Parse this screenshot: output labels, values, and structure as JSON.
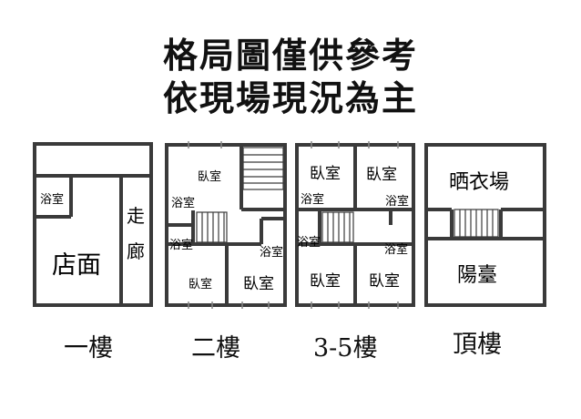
{
  "heading": {
    "line1": "格局圖僅供參考",
    "line2": "依現場現況為主"
  },
  "floors": [
    {
      "label": "一樓",
      "rooms": {
        "bath": "浴室",
        "shop": "店面",
        "corridor_top": "走",
        "corridor_bottom": "廊"
      }
    },
    {
      "label": "二樓",
      "rooms": {
        "bed1": "臥室",
        "bath1": "浴室",
        "bath2": "浴室",
        "bath3": "浴室",
        "bed2": "臥室",
        "bed3": "臥室"
      }
    },
    {
      "label": "3-5樓",
      "rooms": {
        "bed1": "臥室",
        "bed2": "臥室",
        "bath1": "浴室",
        "bath2": "浴室",
        "bath3": "浴室",
        "bath4": "浴室",
        "bed3": "臥室",
        "bed4": "臥室"
      }
    },
    {
      "label": "頂樓",
      "rooms": {
        "laundry": "晒衣場",
        "terrace": "陽臺"
      }
    }
  ],
  "colors": {
    "wall": "#3a3a3a",
    "window": "#888888",
    "background": "#ffffff"
  }
}
